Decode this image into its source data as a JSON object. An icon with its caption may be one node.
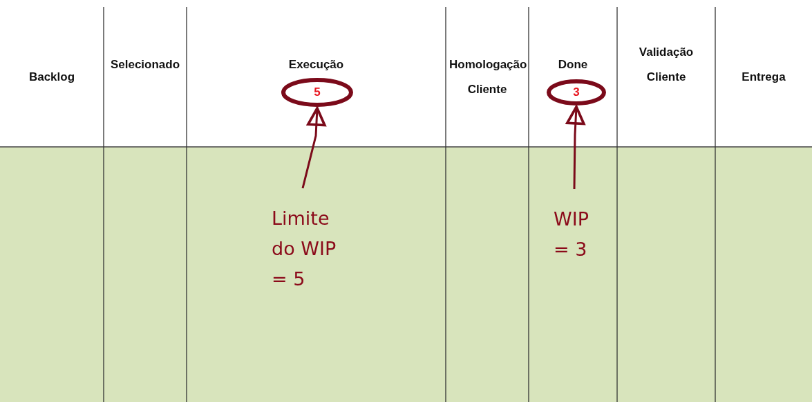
{
  "diagram": {
    "nodes": [
      {
        "text": [
          "5"
        ]
      },
      {
        "text": [
          "3"
        ]
      },
      {
        "text": [
          "Limite do WIP = 5"
        ]
      },
      {
        "text": [
          "WIP = 3"
        ]
      }
    ],
    "edges": [
      {
        "from": 2,
        "to": 0,
        "arrow": "to"
      },
      {
        "from": 3,
        "to": 1,
        "arrow": "to"
      }
    ],
    "labels": [
      "Backlog",
      "Selecionado",
      "Execução",
      "Homologação Cliente",
      "Done",
      "Validação Cliente",
      "Entrega"
    ]
  }
}
